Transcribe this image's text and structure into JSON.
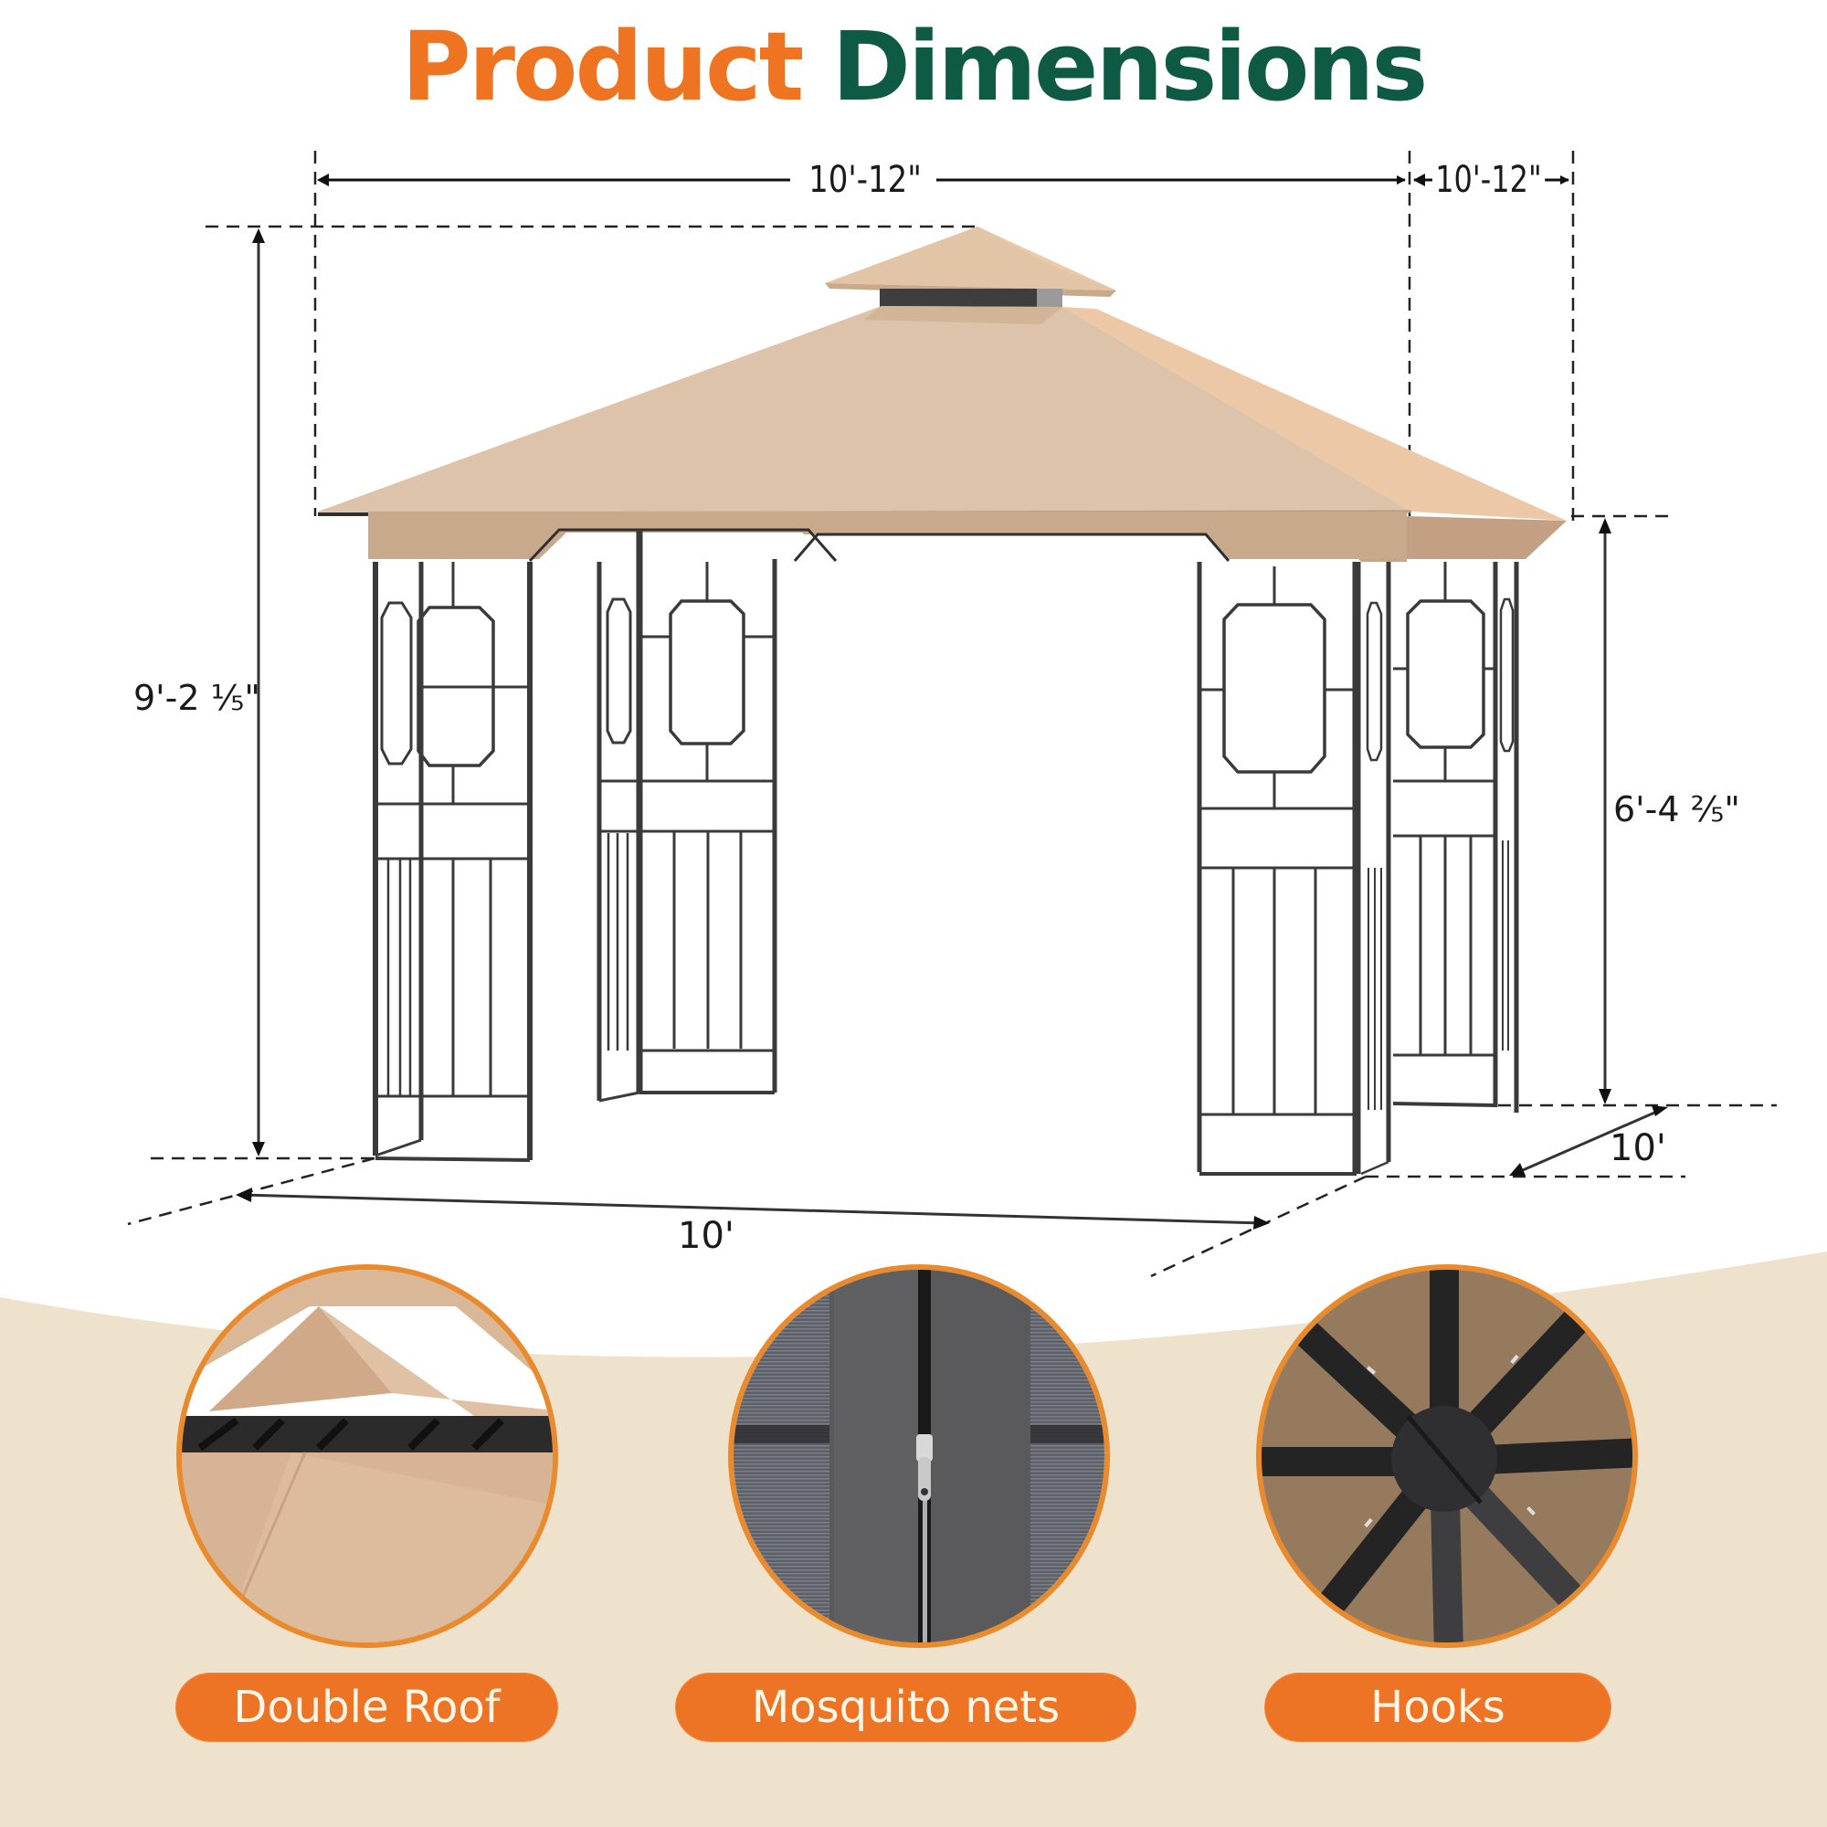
{
  "title": {
    "word1": "Product",
    "word2": "Dimensions",
    "word1_color": "#ef7422",
    "word2_color": "#0e5a45"
  },
  "dimensions": {
    "top_width": "10'-12\"",
    "top_depth": "10'-12\"",
    "total_height": "9'-2 ⅕\"",
    "eave_height": "6'-4 ⅖\"",
    "base_width": "10'",
    "base_depth": "10'"
  },
  "product": {
    "canopy_color": "#dcc2a8",
    "frame_color": "#3a3a3a"
  },
  "features": [
    {
      "label": "Double Roof",
      "icon": "double-roof-photo"
    },
    {
      "label": "Mosquito nets",
      "icon": "mosquito-net-zipper-photo"
    },
    {
      "label": "Hooks",
      "icon": "roof-hub-hooks-photo"
    }
  ],
  "colors": {
    "accent_orange": "#ee7425",
    "circle_border": "#e98a2d",
    "bottom_band": "#efe2cd"
  }
}
